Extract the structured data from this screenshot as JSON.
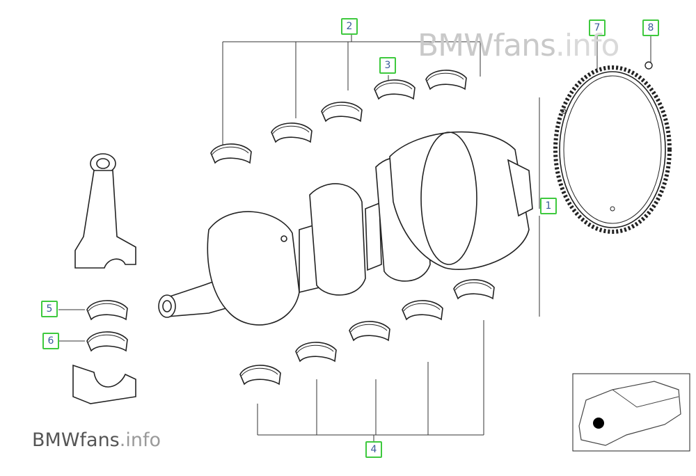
{
  "watermark": {
    "brand": "BMWfans",
    "suffix": ".info"
  },
  "callouts": [
    {
      "id": "1",
      "label": "1"
    },
    {
      "id": "2",
      "label": "2"
    },
    {
      "id": "3",
      "label": "3"
    },
    {
      "id": "4",
      "label": "4"
    },
    {
      "id": "5",
      "label": "5"
    },
    {
      "id": "6",
      "label": "6"
    },
    {
      "id": "7",
      "label": "7"
    },
    {
      "id": "8",
      "label": "8"
    }
  ],
  "colors": {
    "callout_border": "#3ec93e",
    "callout_text": "#3a5a9a",
    "line": "#222222"
  },
  "icons": [
    "crankshaft-icon",
    "flywheel-ring-gear-icon",
    "bearing-shell-icon",
    "connecting-rod-icon",
    "car-locator-icon"
  ]
}
